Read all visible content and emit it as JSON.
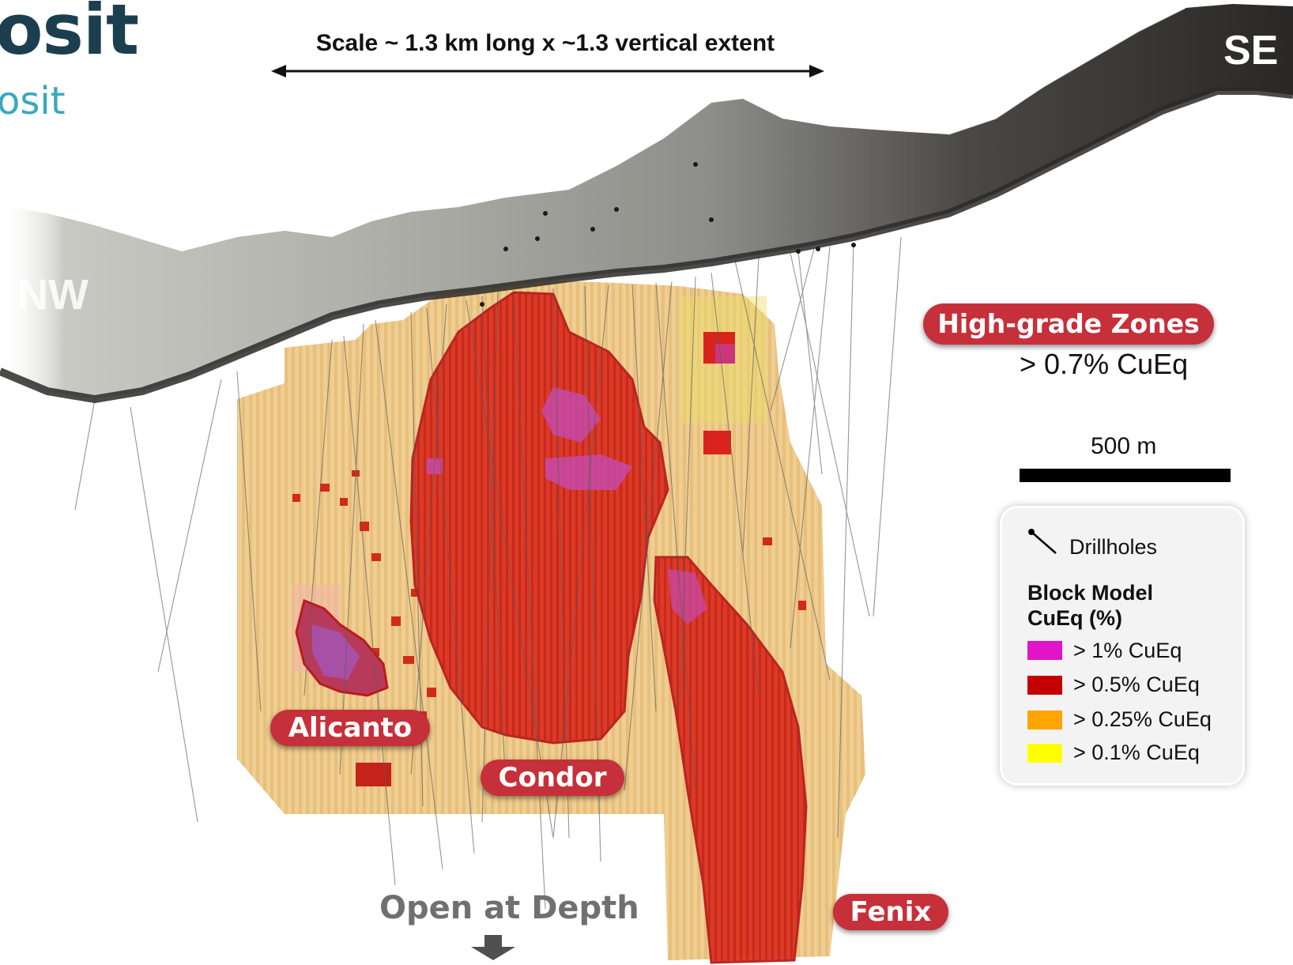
{
  "title": "osit",
  "subtitle": "osit",
  "scale_note": "Scale ~ 1.3 km long x ~1.3 vertical extent",
  "directions": {
    "west": "NW",
    "east": "SE"
  },
  "high_grade": {
    "label": "High-grade Zones",
    "threshold": "> 0.7% CuEq"
  },
  "scale_bar": {
    "label": "500 m"
  },
  "legend": {
    "drillholes_label": "Drillholes",
    "title_line1": "Block Model",
    "title_line2": "CuEq (%)",
    "items": [
      {
        "label": "> 1% CuEq",
        "color": "#e014c8"
      },
      {
        "label": "> 0.5% CuEq",
        "color": "#c40000"
      },
      {
        "label": "> 0.25% CuEq",
        "color": "#ffa500"
      },
      {
        "label": "> 0.1% CuEq",
        "color": "#ffff00"
      }
    ]
  },
  "zones": {
    "alicanto": "Alicanto",
    "condor": "Condor",
    "fenix": "Fenix"
  },
  "open_at_depth": "Open at Depth",
  "colors": {
    "pill": "#c6303a",
    "title": "#1c3f4f",
    "subtitle": "#3aa8bd"
  }
}
